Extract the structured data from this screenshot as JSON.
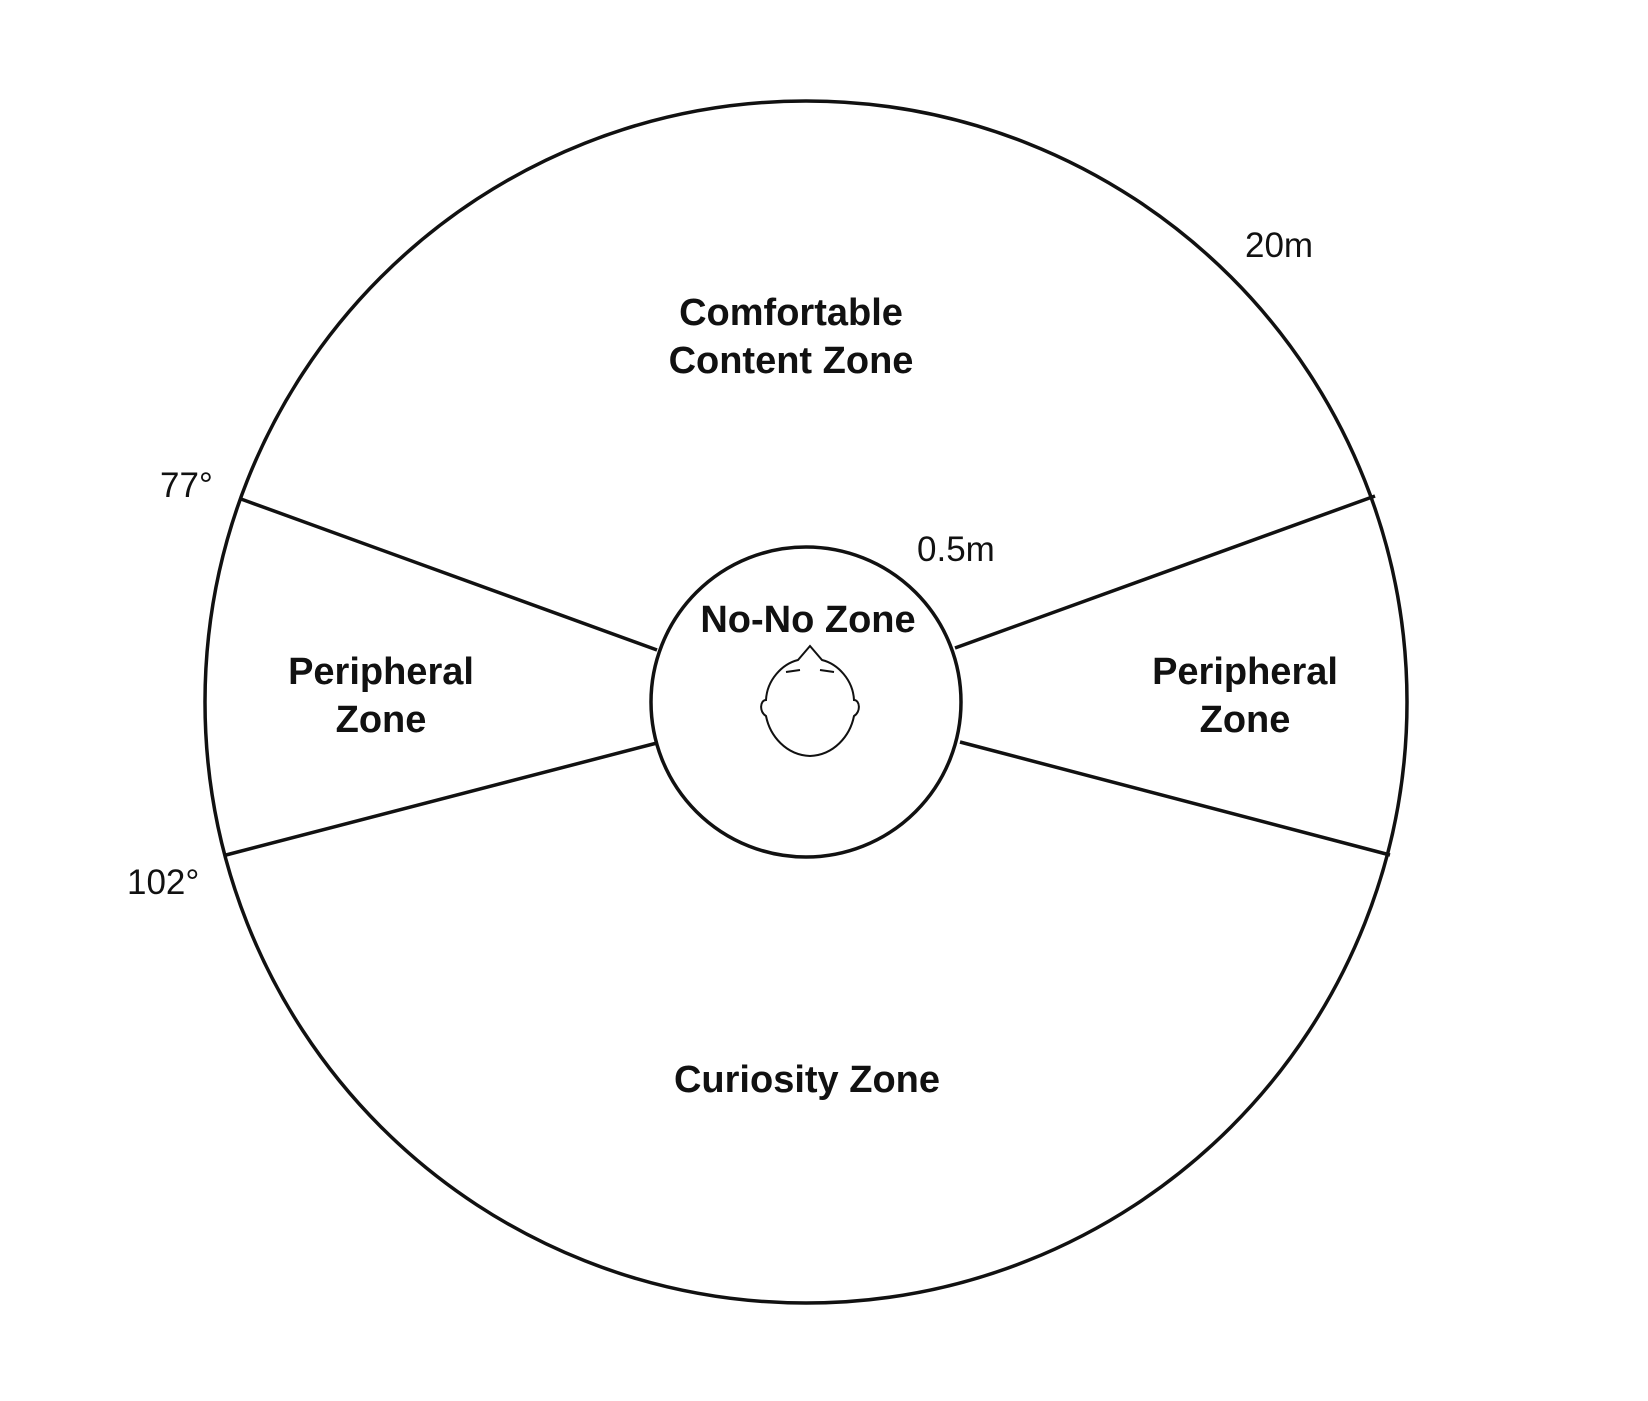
{
  "colors": {
    "stroke": "#111111",
    "background": "#ffffff"
  },
  "zones": {
    "comfortable_line1": "Comfortable",
    "comfortable_line2": "Content Zone",
    "no_no": "No-No Zone",
    "peripheral_left_line1": "Peripheral",
    "peripheral_left_line2": "Zone",
    "peripheral_right_line1": "Peripheral",
    "peripheral_right_line2": "Zone",
    "curiosity": "Curiosity Zone"
  },
  "measurements": {
    "outer_radius": "20m",
    "inner_radius": "0.5m",
    "angle_upper": "77°",
    "angle_lower": "102°"
  },
  "icons": {
    "center": "head-top-view-icon"
  }
}
